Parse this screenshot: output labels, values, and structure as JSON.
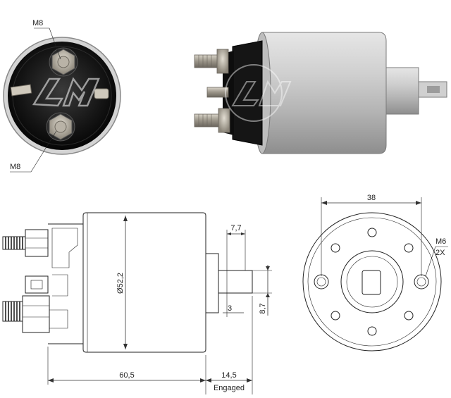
{
  "photos": {
    "end_view": {
      "label_top": "M8",
      "label_bottom": "M8",
      "logo_icon": "zm-logo-icon"
    },
    "side_view": {
      "logo_icon": "zm-logo-icon"
    }
  },
  "drawing": {
    "side": {
      "diameter_label": "Ø52,2",
      "length_label": "60,5",
      "engaged_length_label": "14,5",
      "engaged_caption": "Engaged",
      "dim_7_7": "7,7",
      "dim_3": "3",
      "dim_8_7": "8,7"
    },
    "front": {
      "bolt_spacing_label": "38",
      "thread_label": "M6",
      "count_label": "2X"
    }
  },
  "colors": {
    "body_gray": "#c8c8c8",
    "dark_cap": "#1c1c1c",
    "line": "#222222"
  }
}
